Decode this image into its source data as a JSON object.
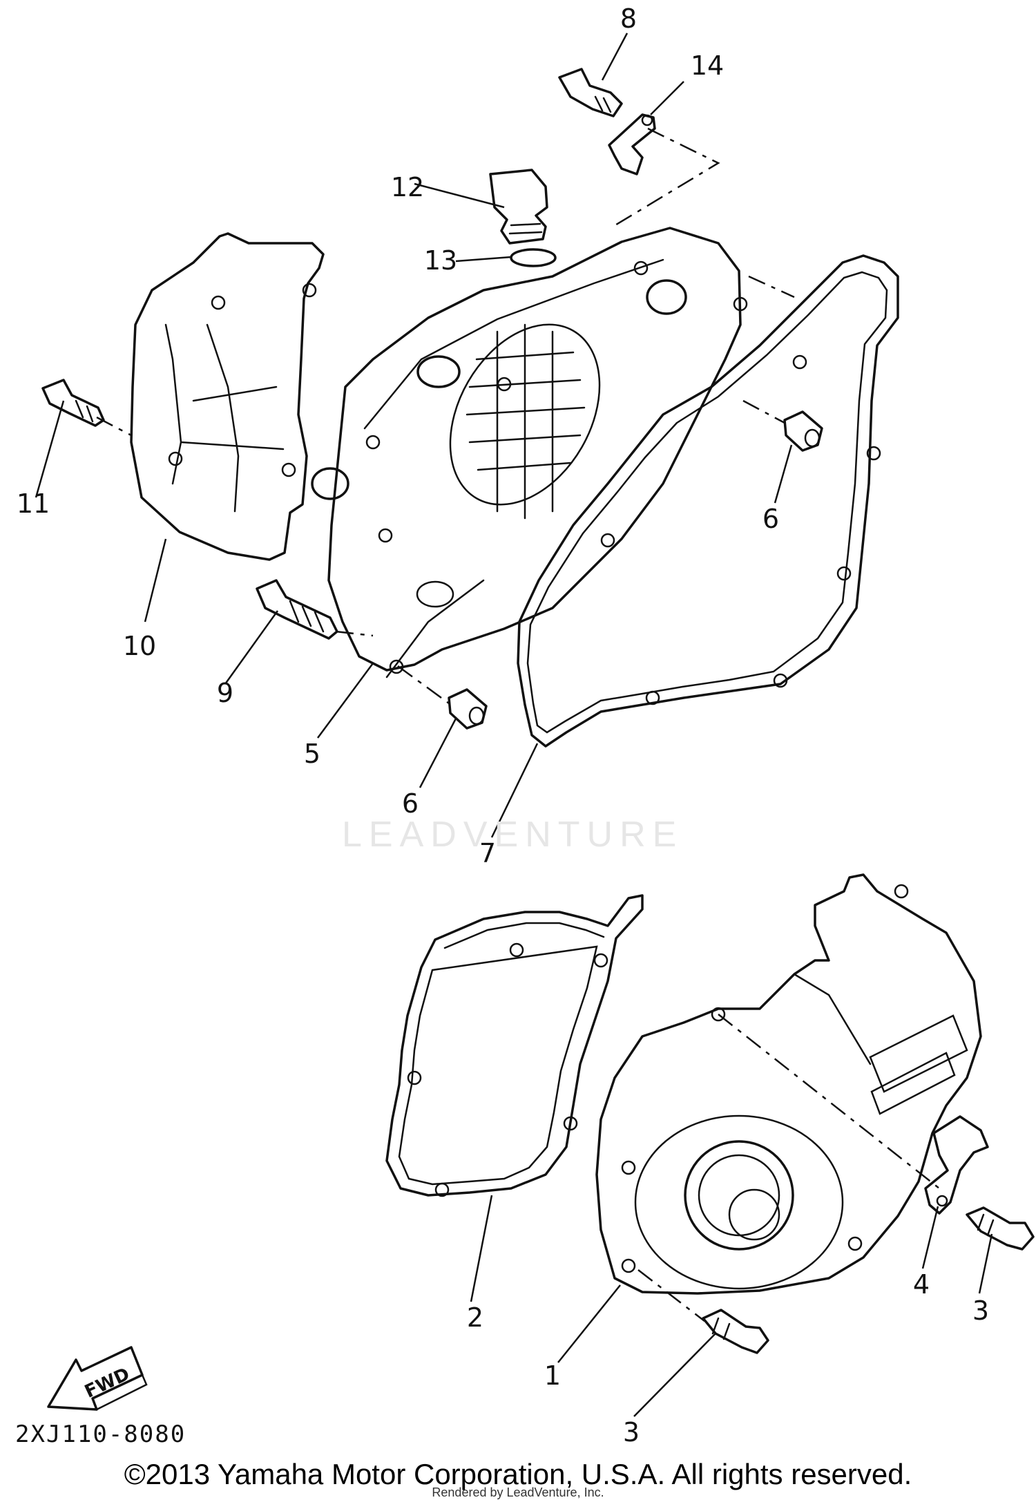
{
  "diagram": {
    "callouts": [
      "1",
      "2",
      "3",
      "3",
      "4",
      "5",
      "6",
      "6",
      "7",
      "8",
      "9",
      "10",
      "11",
      "12",
      "13",
      "14"
    ],
    "fwd_label": "FWD",
    "diagram_code": "2XJ110-8080",
    "watermark": "LEADVENTURE",
    "copyright": "©2013 Yamaha Motor Corporation, U.S.A. All rights reserved.",
    "rendered_by": "Rendered by LeadVenture, Inc."
  }
}
